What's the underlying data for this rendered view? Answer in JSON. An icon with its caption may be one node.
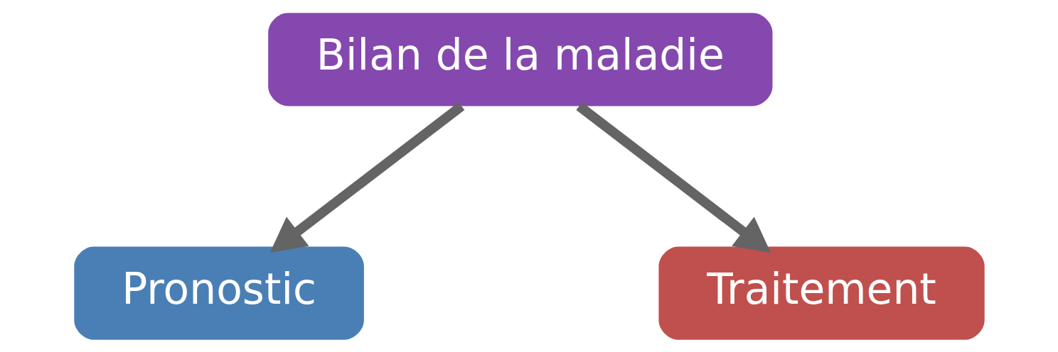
{
  "diagram": {
    "nodes": [
      {
        "text": [
          "Bilan de la maladie"
        ]
      },
      {
        "text": [
          "Pronostic"
        ]
      },
      {
        "text": [
          "Traitement"
        ]
      }
    ],
    "edges": [
      {
        "from": 0,
        "to": 1,
        "arrow": "to"
      },
      {
        "from": 0,
        "to": 2,
        "arrow": "to"
      }
    ]
  }
}
